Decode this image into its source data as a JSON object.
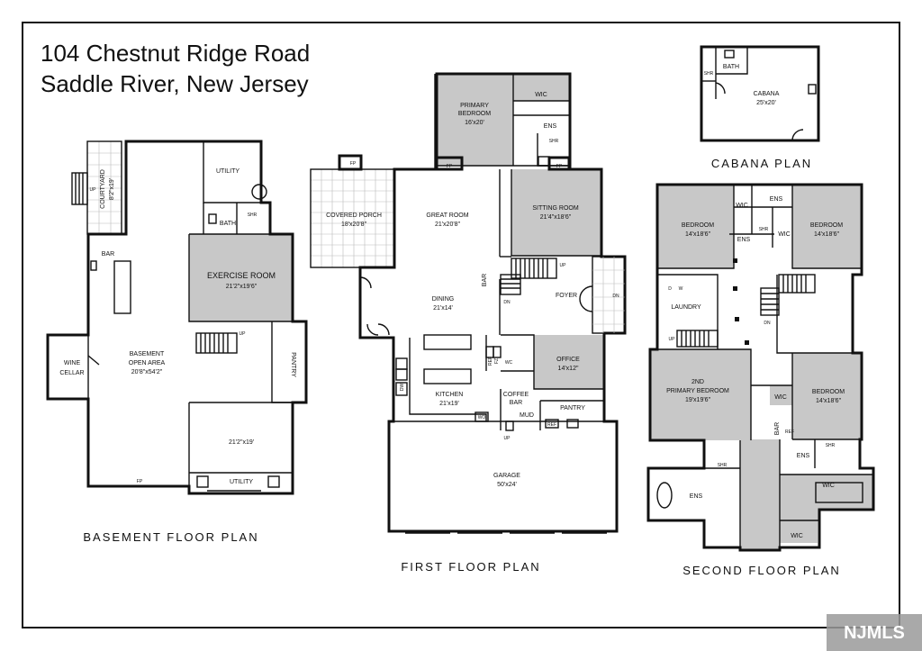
{
  "header": {
    "title_line1": "104 Chestnut Ridge Road",
    "title_line2": "Saddle River, New Jersey"
  },
  "plans": {
    "basement": "BASEMENT FLOOR PLAN",
    "first": "FIRST FLOOR PLAN",
    "second": "SECOND FLOOR PLAN",
    "cabana": "CABANA PLAN"
  },
  "basement": {
    "courtyard": "COURTYARD",
    "courtyard_size": "8'2\"x19'",
    "utility_top": "UTILITY",
    "bath": "BATH",
    "shr": "SHR",
    "bar": "BAR",
    "exercise": "EXERCISE ROOM",
    "exercise_size": "21'2\"x19'6\"",
    "open_area_1": "BASEMENT",
    "open_area_2": "OPEN AREA",
    "open_area_size": "20'8\"x54'2\"",
    "wine_1": "WINE",
    "wine_2": "CELLAR",
    "pantry": "PANTRY",
    "unlabeled_size": "21'2\"x19'",
    "utility_bottom": "UTILITY",
    "fp": "FP",
    "up": "UP",
    "up2": "UP"
  },
  "first": {
    "primary_bedroom": "PRIMARY",
    "primary_bedroom2": "BEDROOM",
    "primary_size": "16'x20'",
    "wic": "WIC",
    "ens": "ENS",
    "shr": "SHR",
    "fp1": "FP",
    "fp2": "FP",
    "fp3": "FP",
    "covered_porch": "COVERED PORCH",
    "porch_size": "18'x20'8\"",
    "great_room": "GREAT ROOM",
    "great_size": "21'x20'8\"",
    "sitting_room": "SITTING ROOM",
    "sitting_size": "21'4\"x18'6\"",
    "bar": "BAR",
    "dn": "DN",
    "up": "UP",
    "foyer": "FOYER",
    "dn2": "DN",
    "dining": "DINING",
    "dining_size": "21'x14'",
    "office": "OFFICE",
    "office_size": "14'x12\"",
    "wc": "WC",
    "kitchen": "KITCHEN",
    "kitchen_size": "21'x19'",
    "coffee": "COFFEE",
    "coffee2": "BAR",
    "mud": "MUD",
    "pantry": "PANTRY",
    "wo": "WO",
    "ref": "REF",
    "ref2": "REF",
    "fz": "FZ",
    "dw": "DW",
    "up2": "UP",
    "garage": "GARAGE",
    "garage_size": "50'x24'"
  },
  "second": {
    "bedroom_a": "BEDROOM",
    "bedroom_a_size": "14'x18'6\"",
    "wic_a": "WIC",
    "ens_a": "ENS",
    "ens_b": "ENS",
    "wic_b": "WIC",
    "shr": "SHR",
    "bedroom_b": "BEDROOM",
    "bedroom_b_size": "14'x18'6\"",
    "laundry": "LAUNDRY",
    "d": "D",
    "w": "W",
    "up": "UP",
    "dn": "DN",
    "primary_1": "2ND",
    "primary_2": "PRIMARY BEDROOM",
    "primary_size": "19'x19'6\"",
    "wic_c": "WIC",
    "bedroom_c": "BEDROOM",
    "bedroom_c_size": "14'x18'6\"",
    "bar": "BAR",
    "ref": "REF",
    "ens_c": "ENS",
    "shr_c": "SHR",
    "shr_d": "SHR",
    "ens_big": "ENS",
    "wic_d": "WIC",
    "wic_e": "WIC"
  },
  "cabana": {
    "bath": "BATH",
    "shr": "SHR",
    "name": "CABANA",
    "size": "25'x20'"
  },
  "watermark": "NJMLS"
}
